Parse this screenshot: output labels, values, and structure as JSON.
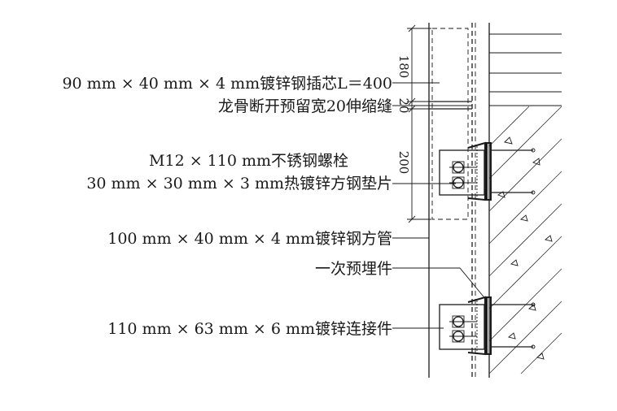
{
  "labels": {
    "insert_core": "90 mm × 40 mm × 4 mm镀锌钢插芯L＝400",
    "expansion_joint": "龙骨断开预留宽20伸缩缝",
    "bolt": "M12 × 110 mm不锈钢螺栓",
    "shim": "30 mm × 30 mm × 3 mm热镀锌方钢垫片",
    "square_tube": "100 mm × 40 mm × 4 mm镀锌钢方管",
    "embedded_part": "一次预埋件",
    "connector": "110 mm × 63 mm × 6 mm镀锌连接件"
  },
  "dimensions": {
    "d180": "180",
    "d20": "20",
    "d200": "200"
  }
}
